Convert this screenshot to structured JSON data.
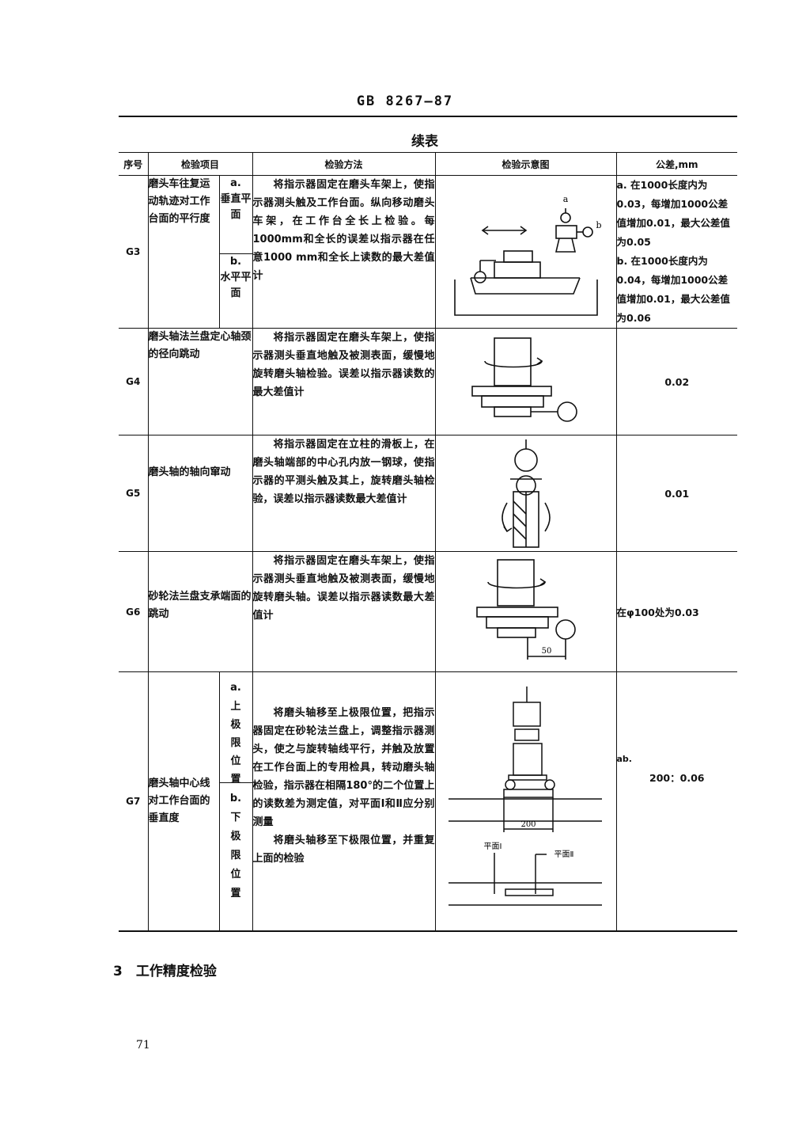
{
  "header": {
    "standard": "GB 8267—87",
    "caption": "续表"
  },
  "table": {
    "columns": {
      "no": "序号",
      "item": "检验项目",
      "method": "检验方法",
      "diagram": "检验示意图",
      "tolerance": "公差,mm"
    },
    "rows": [
      {
        "no": "G3",
        "item": "磨头车往复运动轨迹对工作台面的平行度",
        "sub_a": "a.",
        "sub_a_label": "垂直平面",
        "sub_b": "b.",
        "sub_b_label": "水平平面",
        "method": "将指示器固定在磨头车架上，使指示器测头触及工作台面。纵向移动磨头车架，在工作台全长上检验。每1000mm和全长的误差以指示器在任意1000 mm和全长上读数的最大差值计",
        "diagram_label_a": "a",
        "diagram_label_b": "b",
        "tolerance_a": "a. 在1000长度内为0.03，每增加1000公差值增加0.01，最大公差值为0.05",
        "tolerance_b": "b. 在1000长度内为0.04，每增加1000公差值增加0.01，最大公差值为0.06"
      },
      {
        "no": "G4",
        "item": "磨头轴法兰盘定心轴颈的径向跳动",
        "method": "将指示器固定在磨头车架上，使指示器测头垂直地触及被测表面，缓慢地旋转磨头轴检验。误差以指示器读数的最大差值计",
        "tolerance": "0.02"
      },
      {
        "no": "G5",
        "item": "磨头轴的轴向窜动",
        "method": "将指示器固定在立柱的滑板上，在磨头轴端部的中心孔内放一钢球，使指示器的平测头触及其上，旋转磨头轴检验，误差以指示器读数最大差值计",
        "tolerance": "0.01"
      },
      {
        "no": "G6",
        "item": "砂轮法兰盘支承端面的跳动",
        "method": "将指示器固定在磨头车架上，使指示器测头垂直地触及被测表面，缓慢地旋转磨头轴。误差以指示器读数最大差值计",
        "diagram_dim": "50",
        "tolerance": "在φ100处为0.03"
      },
      {
        "no": "G7",
        "item": "磨头轴中心线对工作台面的垂直度",
        "sub_a": "a.",
        "sub_a_label": "上极限位置",
        "sub_b": "b.",
        "sub_b_label": "下极限位置",
        "method_1": "将磨头轴移至上极限位置，把指示器固定在砂轮法兰盘上，调整指示器测头，使之与旋转轴线平行，并触及放置在工作台面上的专用检具，转动磨头轴检验，指示器在相隔180°的二个位置上的读数差为测定值，对平面Ⅰ和Ⅱ应分别测量",
        "method_2": "将磨头轴移至下极限位置，并重复上面的检验",
        "diagram_dim": "200",
        "plane_1": "平面Ⅰ",
        "plane_2": "平面Ⅱ",
        "tolerance_label": "ab.",
        "tolerance": "200：0.06"
      }
    ]
  },
  "section": "3　工作精度检验",
  "page_number": "71"
}
